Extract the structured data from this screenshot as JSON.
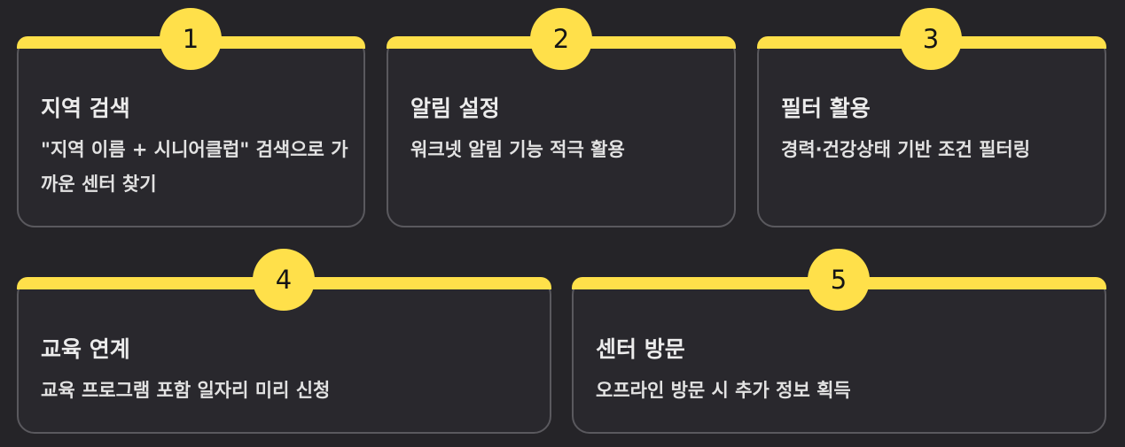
{
  "steps": [
    {
      "number": "1",
      "title": "지역 검색",
      "description": "\"지역 이름 + 시니어클럽\" 검색으로 가까운 센터 찾기"
    },
    {
      "number": "2",
      "title": "알림 설정",
      "description": "워크넷 알림 기능 적극 활용"
    },
    {
      "number": "3",
      "title": "필터 활용",
      "description": "경력·건강상태 기반 조건 필터링"
    },
    {
      "number": "4",
      "title": "교육 연계",
      "description": "교육 프로그램 포함 일자리 미리 신청"
    },
    {
      "number": "5",
      "title": "센터 방문",
      "description": "오프라인 방문 시 추가 정보 획득"
    }
  ],
  "colors": {
    "background": "#252428",
    "accent": "#ffe04a",
    "card_border": "#5a595e",
    "text": "#ececec"
  }
}
